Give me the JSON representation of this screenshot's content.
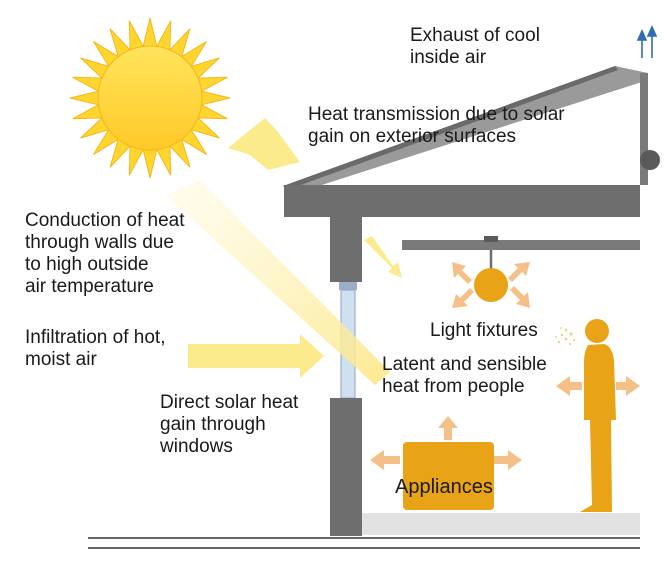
{
  "labels": {
    "exhaust": [
      "Exhaust of cool",
      "inside air"
    ],
    "roof": [
      "Heat transmission due to solar",
      "gain on exterior surfaces"
    ],
    "conduction": [
      "Conduction of heat",
      "through walls due",
      "to high outside",
      "air temperature"
    ],
    "infiltration": [
      "Infiltration of hot,",
      "moist air"
    ],
    "window": [
      "Direct solar heat",
      "gain through",
      "windows"
    ],
    "lights": [
      "Light fixtures"
    ],
    "people": [
      "Latent and sensible",
      "heat from people"
    ],
    "appliances": [
      "Appliances"
    ]
  },
  "colors": {
    "sun": "#FFD52E",
    "sun_ray": "#FCEB8C",
    "beam": "#FDEE9E",
    "structure": "#6E6E6E",
    "roof": "#8C8C8C",
    "heat_source": "#E8A317",
    "heat_arrow": "#F5C088",
    "exhaust_arrow": "#2F6DB3"
  }
}
